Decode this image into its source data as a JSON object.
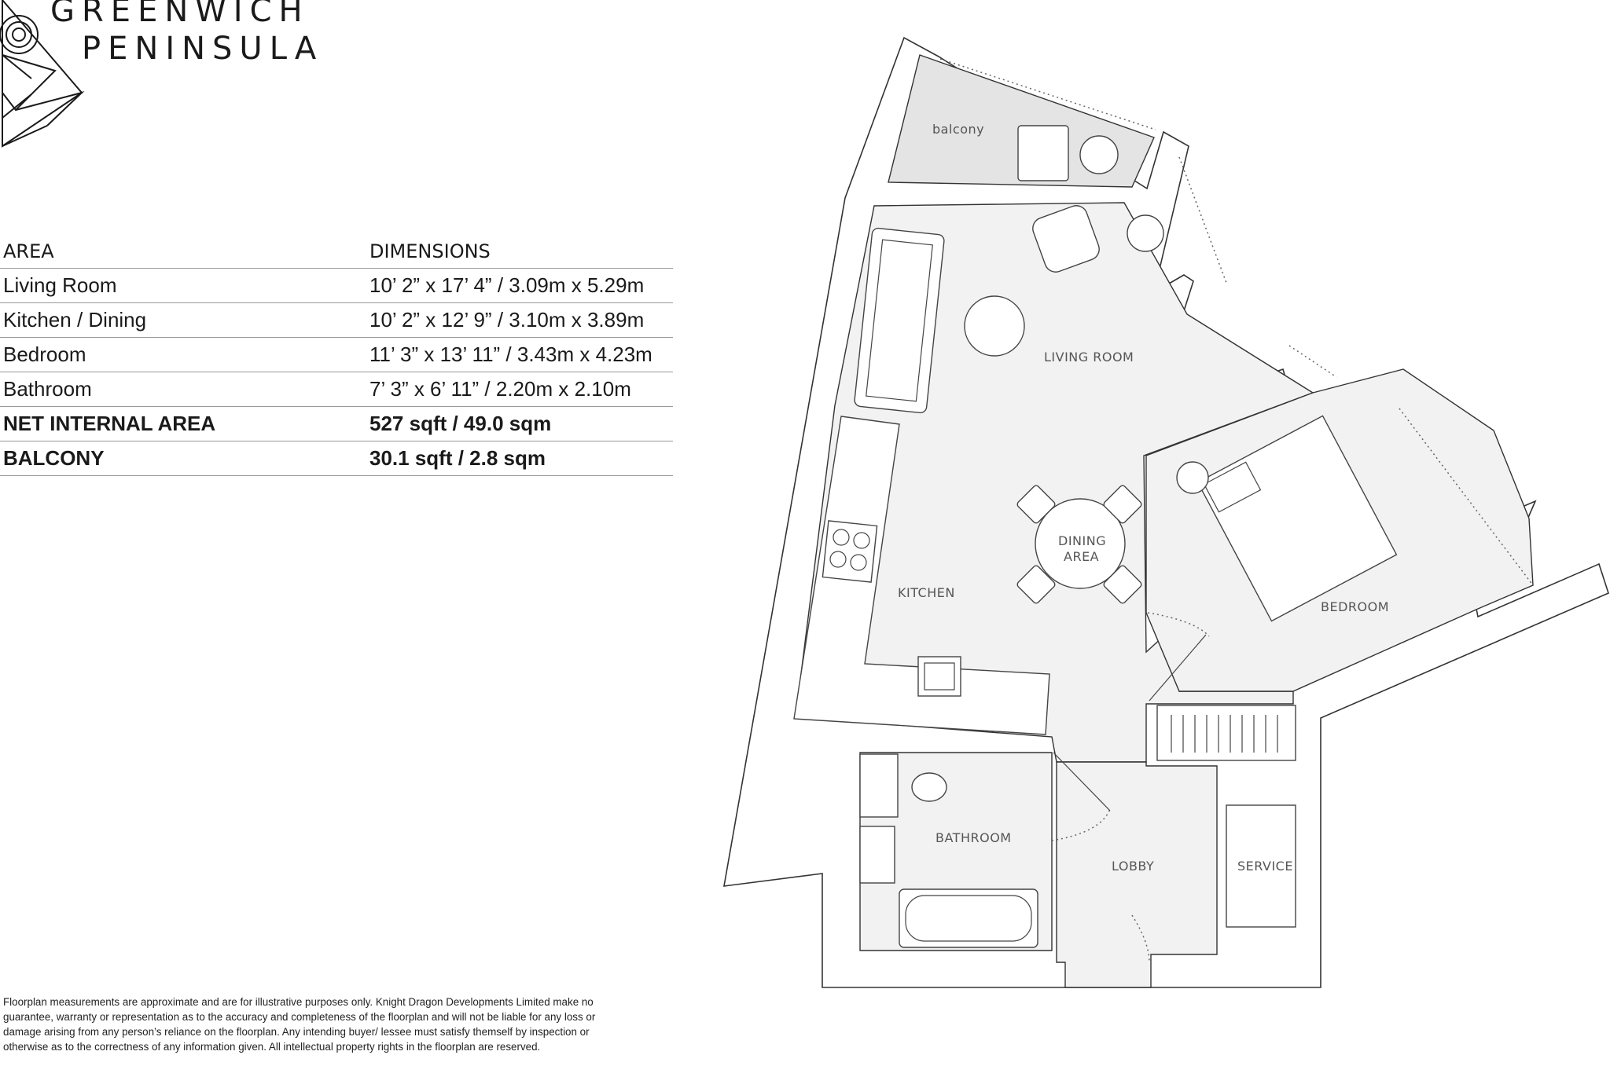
{
  "brand": {
    "line1": "GREENWICH",
    "line2": "PENINSULA",
    "logo_icon": "triangle-mosaic-logo"
  },
  "table": {
    "header": {
      "area": "AREA",
      "dimensions": "DIMENSIONS"
    },
    "rows": [
      {
        "area": "Living Room",
        "dimensions": "10’ 2” x 17’ 4” / 3.09m x 5.29m"
      },
      {
        "area": "Kitchen / Dining",
        "dimensions": "10’ 2” x 12’ 9” / 3.10m x 3.89m"
      },
      {
        "area": "Bedroom",
        "dimensions": "11’ 3” x 13’ 11” / 3.43m x 4.23m"
      },
      {
        "area": "Bathroom",
        "dimensions": "7’ 3” x 6’ 11” / 2.20m x 2.10m"
      },
      {
        "area": "NET INTERNAL AREA",
        "dimensions": "527 sqft / 49.0 sqm"
      },
      {
        "area": "BALCONY",
        "dimensions": "30.1 sqft / 2.8 sqm"
      }
    ]
  },
  "plan": {
    "labels": {
      "balcony": "balcony",
      "living_room": "LIVING ROOM",
      "dining_1": "DINING",
      "dining_2": "AREA",
      "kitchen": "KITCHEN",
      "bedroom": "BEDROOM",
      "bathroom": "BATHROOM",
      "lobby": "LOBBY",
      "service": "SERVICE"
    }
  },
  "disclaimer": "Floorplan measurements are approximate and are for illustrative purposes only. Knight Dragon Developments Limited make no guarantee, warranty or representation as to the accuracy and completeness of the floorplan and will not be liable for any loss or damage arising from any person’s reliance on the floorplan. Any intending buyer/ lessee must satisfy themself by inspection or otherwise as to the correctness of any information given. All intellectual property rights in the floorplan are reserved.",
  "colors": {
    "floor": "#f2f2f2",
    "balcony": "#e4e4e4",
    "line": "#333333"
  }
}
